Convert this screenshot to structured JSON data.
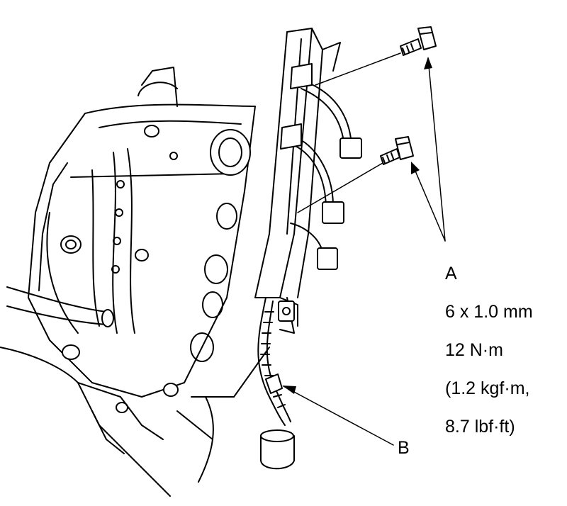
{
  "colors": {
    "ink": "#000000",
    "paper": "#ffffff"
  },
  "callouts": {
    "a": {
      "letter": "A",
      "size": "6 x 1.0 mm",
      "torque_nm": "12 N·m",
      "torque_kgf": "(1.2 kgf·m,",
      "torque_lbf": "8.7 lbf·ft)"
    },
    "b": {
      "letter": "B"
    }
  }
}
